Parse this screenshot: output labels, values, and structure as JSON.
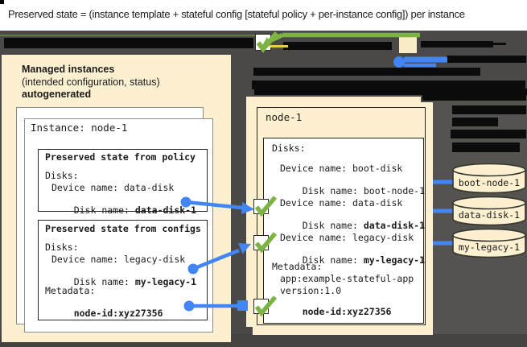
{
  "header": {
    "title": "Preserved state = (instance template + stateful config [stateful policy + per-instance config]) per instance"
  },
  "palette": {
    "cream": "#fcf0d0",
    "green": "#7cb342",
    "olive": "#5e7d3c",
    "blue": "#4285f4",
    "dark_bg": "#4a4947"
  },
  "legend": {
    "icons": [
      "checkbox-check-icon",
      "cream-square-icon",
      "blue-arrow-icon",
      "green-arrow-icon"
    ]
  },
  "left_panel": {
    "title": "Managed instances",
    "subtitle": "(intended configuration, status)",
    "tag": "autogenerated",
    "instance_title": "Instance: node-1",
    "policy_box": {
      "title": "Preserved state from policy",
      "disks_label": "Disks:",
      "device": "Device name: data-disk",
      "disk_prefix": "Disk name: ",
      "disk_value": "data-disk-1"
    },
    "configs_box": {
      "title": "Preserved state from configs",
      "disks_label": "Disks:",
      "device": "Device name: legacy-disk",
      "disk_prefix": "Disk name: ",
      "disk_value": "my-legacy-1",
      "metadata_label": "Metadata:",
      "metadata_value": "node-id:xyz27356"
    }
  },
  "right_panel": {
    "title": "node-1",
    "disks_label": "Disks:",
    "disks": [
      {
        "device": "Device name: boot-disk",
        "disk_prefix": "Disk name: ",
        "disk_value": "boot-node-1"
      },
      {
        "device": "Device name: data-disk",
        "disk_prefix": "Disk name: ",
        "disk_value": "data-disk-1"
      },
      {
        "device": "Device name: legacy-disk",
        "disk_prefix": "Disk name: ",
        "disk_value": "my-legacy-1"
      }
    ],
    "metadata_label": "Metadata:",
    "metadata_lines": [
      "app:example-stateful-app",
      "version:1.0"
    ],
    "metadata_bold": "node-id:xyz27356"
  },
  "cylinders": [
    {
      "label": "boot-node-1"
    },
    {
      "label": "data-disk-1"
    },
    {
      "label": "my-legacy-1"
    }
  ]
}
